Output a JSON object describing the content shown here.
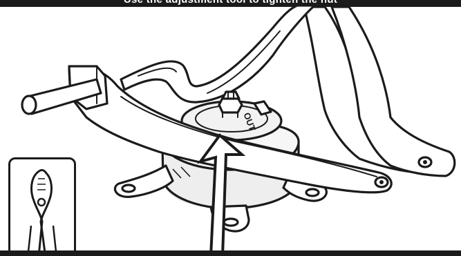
{
  "header": {
    "caption": "Use the adjustment tool to tighten the nut"
  },
  "illustration": {
    "parts": [
      "lever-arm",
      "steering-rod",
      "spindle-nut",
      "cotter-pin",
      "base-mount",
      "front-bracket",
      "pliers-tool"
    ],
    "direction_marker": "up-arrow"
  },
  "labels": {
    "out_mark": "OUT"
  },
  "colors": {
    "ink": "#1b1b1b",
    "paper": "#ffffff",
    "wash": "#eeeeee"
  }
}
